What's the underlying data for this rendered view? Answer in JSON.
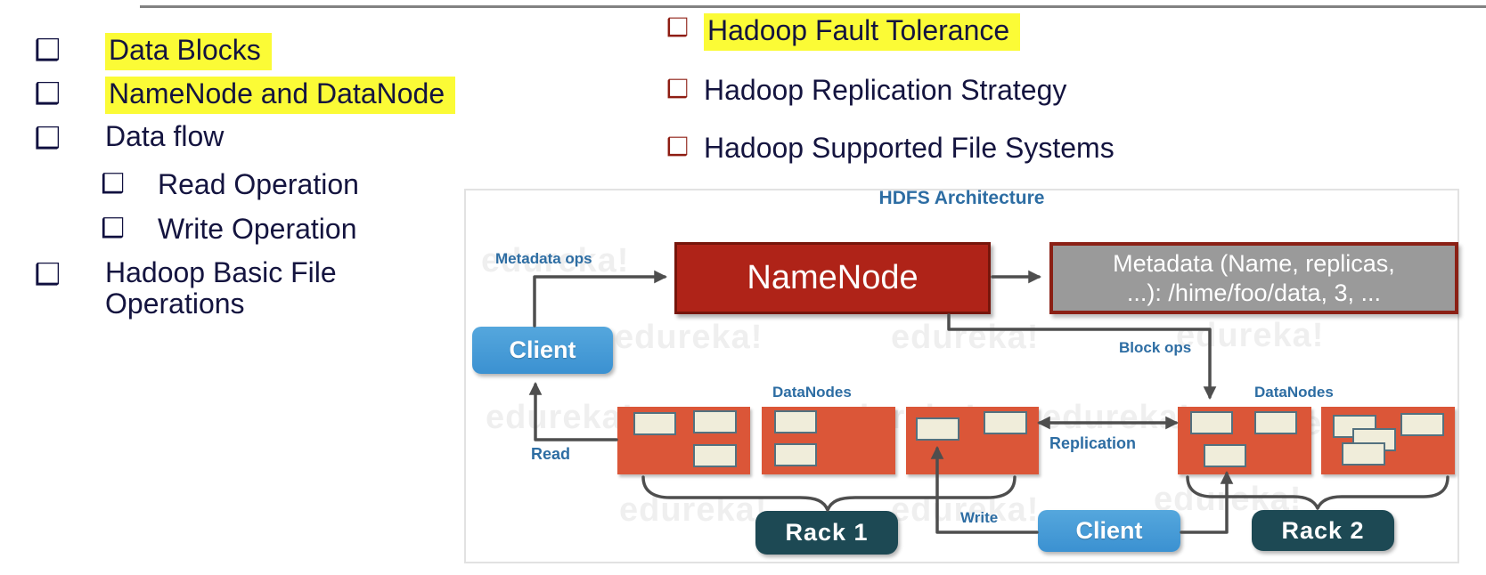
{
  "icons": {
    "bullet": "❑"
  },
  "left_list": {
    "items": [
      {
        "label": "Data Blocks",
        "highlighted": true,
        "level": 0
      },
      {
        "label": "NameNode and DataNode",
        "highlighted": true,
        "level": 0
      },
      {
        "label": "Data flow",
        "highlighted": false,
        "level": 0
      },
      {
        "label": "Read Operation",
        "highlighted": false,
        "level": 1
      },
      {
        "label": "Write Operation",
        "highlighted": false,
        "level": 1
      },
      {
        "label": "Hadoop Basic File Operations",
        "highlighted": false,
        "level": 0
      }
    ]
  },
  "right_list": {
    "items": [
      {
        "label": "Hadoop Fault Tolerance",
        "highlighted": true
      },
      {
        "label": "Hadoop Replication Strategy",
        "highlighted": false
      },
      {
        "label": "Hadoop Supported File Systems",
        "highlighted": false
      }
    ]
  },
  "diagram": {
    "title": "HDFS Architecture",
    "watermark": "edureka!",
    "nodes": {
      "namenode": "NameNode",
      "metadata_line1": "Metadata (Name, replicas,",
      "metadata_line2": "...): /hime/foo/data, 3, ...",
      "client_top": "Client",
      "client_bottom": "Client",
      "rack1": "Rack 1",
      "rack2": "Rack 2",
      "datanodes_left": "DataNodes",
      "datanodes_right": "DataNodes"
    },
    "edge_labels": {
      "metadata_ops": "Metadata ops",
      "block_ops": "Block ops",
      "read": "Read",
      "write": "Write",
      "replication": "Replication"
    },
    "colors": {
      "namenode_fill": "#AF2318",
      "namenode_border": "#76150B",
      "metadata_fill": "#9A9A9A",
      "metadata_border": "#8B2015",
      "client_fill": "#459CD8",
      "datanode_fill": "#DB5638",
      "block_fill": "#F0EDDA",
      "block_border": "#53717F",
      "rack_fill": "#1D4954",
      "label_blue": "#2D6DA3",
      "arrow_gray": "#4E4E4E",
      "highlight_yellow": "#FBFB36",
      "left_bullet_navy": "#10103F",
      "right_bullet_maroon": "#8E1D12",
      "text_navy": "#14143F",
      "panel_border": "#E2E2E2",
      "top_rule_gray": "#828282"
    }
  }
}
